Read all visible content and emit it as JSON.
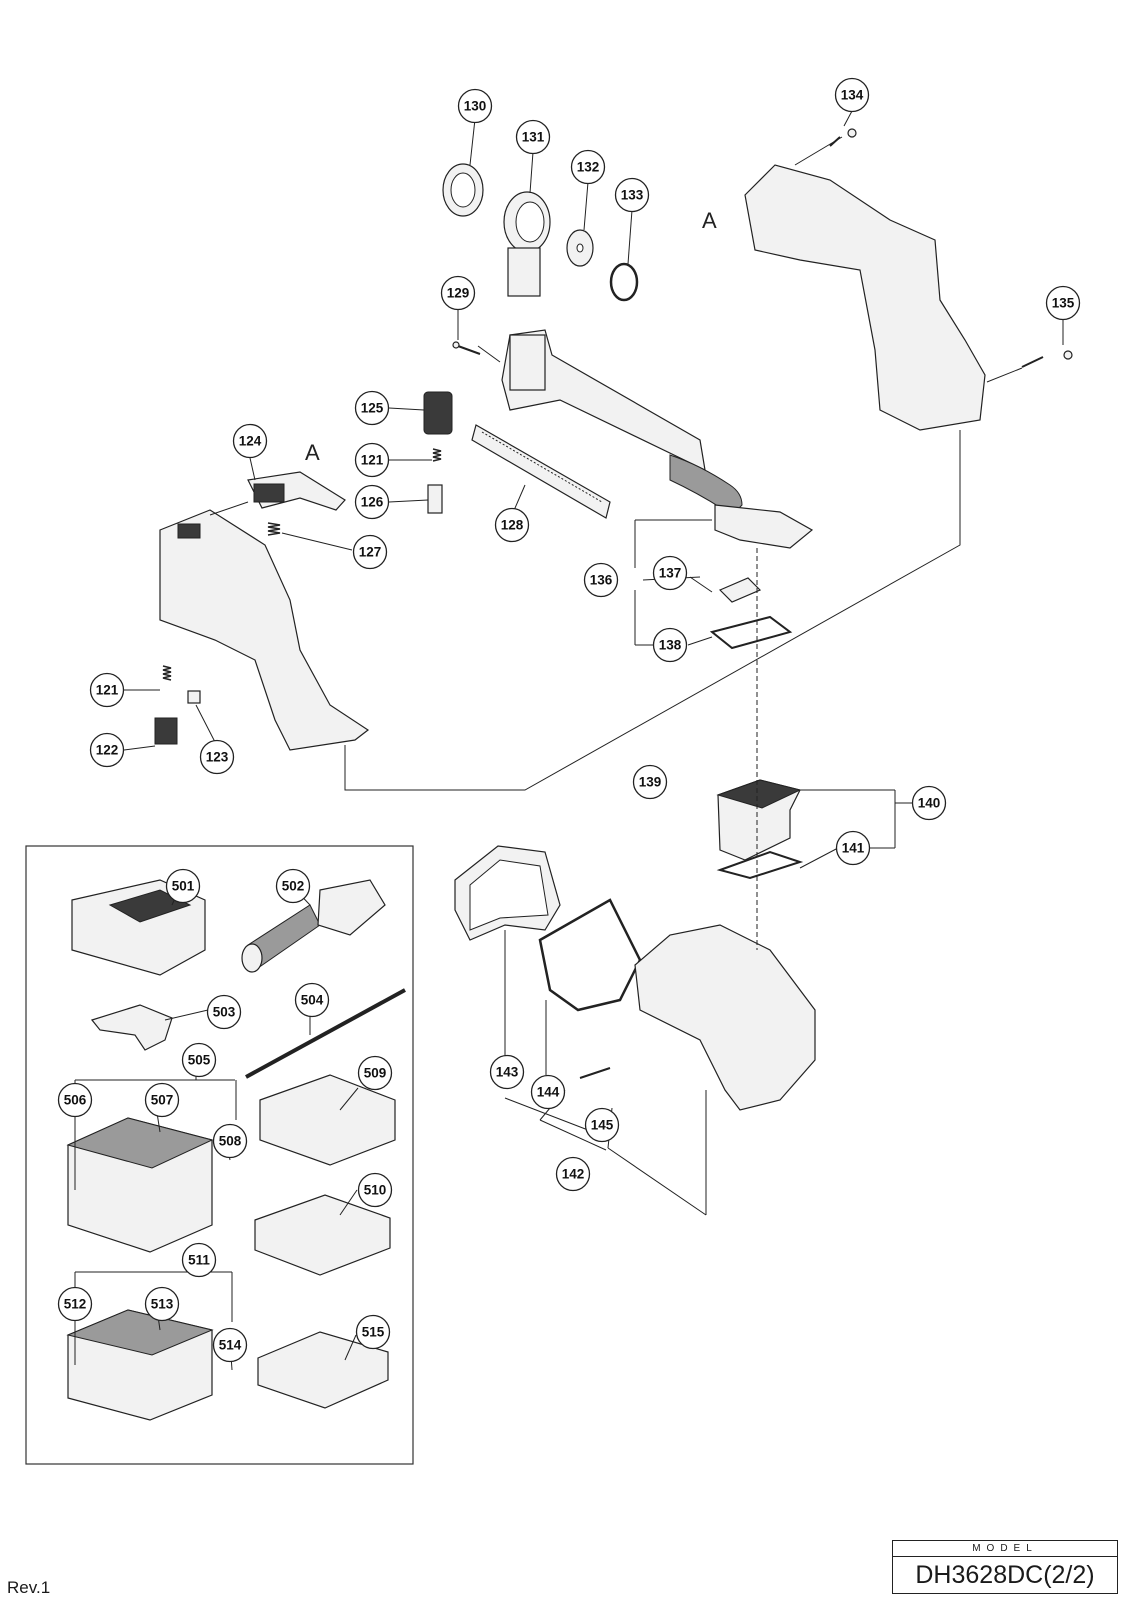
{
  "callouts": [
    "130",
    "131",
    "132",
    "133",
    "134",
    "129",
    "135",
    "125",
    "124",
    "121",
    "126",
    "128",
    "127",
    "136",
    "137",
    "138",
    "121",
    "122",
    "123",
    "139",
    "140",
    "141",
    "501",
    "502",
    "503",
    "504",
    "505",
    "506",
    "507",
    "508",
    "509",
    "510",
    "143",
    "144",
    "145",
    "142",
    "511",
    "512",
    "513",
    "514",
    "515"
  ],
  "reference_letters": [
    "A",
    "A"
  ],
  "footer": {
    "revision": "Rev.1",
    "model_label": "MODEL",
    "model_number": "DH3628DC(2/2)"
  }
}
